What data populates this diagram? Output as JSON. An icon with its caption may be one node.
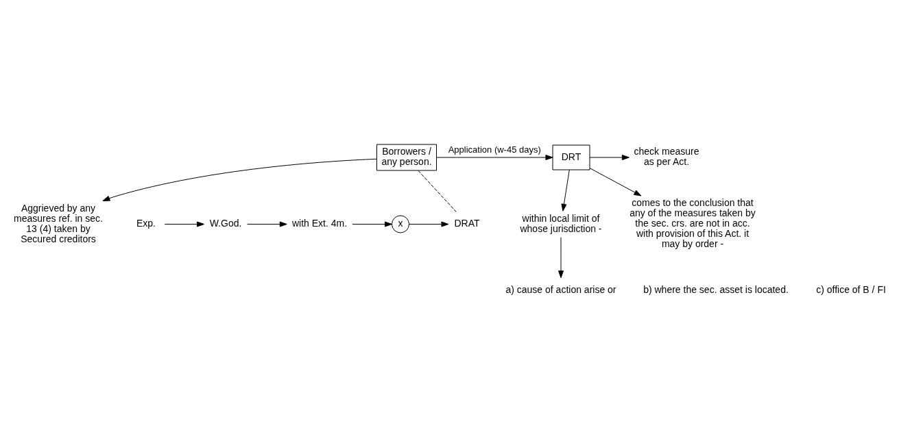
{
  "diagram": {
    "nodes": [
      {
        "text": [
          "Borrowers / any person."
        ]
      },
      {
        "text": [
          "DRT"
        ]
      },
      {
        "text": [
          "Aggrieved by any measures ref. in sec. 13 (4) taken by Secured creditors"
        ]
      },
      {
        "text": [
          "check measure as per Act."
        ]
      },
      {
        "text": [
          "within local limit of whose jurisdiction -"
        ]
      },
      {
        "text": [
          "a) cause of action arise or"
        ]
      },
      {
        "text": [
          "b) where the sec. asset is located."
        ]
      },
      {
        "text": [
          "c) office of B / FI"
        ]
      },
      {
        "text": [
          "comes to the conclusion that any of the measures taken by the sec. crs. are not in acc. with provision of this Act. it may by order -"
        ]
      },
      {
        "text": [
          "Exp."
        ]
      },
      {
        "text": [
          "W.God."
        ]
      },
      {
        "text": [
          "with Ext. 4m."
        ]
      },
      {
        "text": [
          "x"
        ]
      },
      {
        "text": [
          "DRAT"
        ]
      }
    ],
    "edges": [
      {
        "from": 0,
        "to": 1,
        "arrow": "to",
        "label": "Application (w-45 days)"
      },
      {
        "from": 1,
        "to": 3,
        "arrow": "to"
      },
      {
        "from": 0,
        "to": 2,
        "arrow": "to"
      },
      {
        "from": 1,
        "to": 4,
        "arrow": "to"
      },
      {
        "from": 4,
        "to": 5,
        "arrow": "to"
      },
      {
        "from": 1,
        "to": 8,
        "arrow": "to"
      },
      {
        "from": 9,
        "to": 10,
        "arrow": "to"
      },
      {
        "from": 10,
        "to": 11,
        "arrow": "to"
      },
      {
        "from": 11,
        "to": 12,
        "arrow": "to"
      },
      {
        "from": 12,
        "to": 13,
        "arrow": "to"
      },
      {
        "from": 0,
        "to": 13,
        "arrow": "none",
        "style": "dashed"
      }
    ]
  }
}
